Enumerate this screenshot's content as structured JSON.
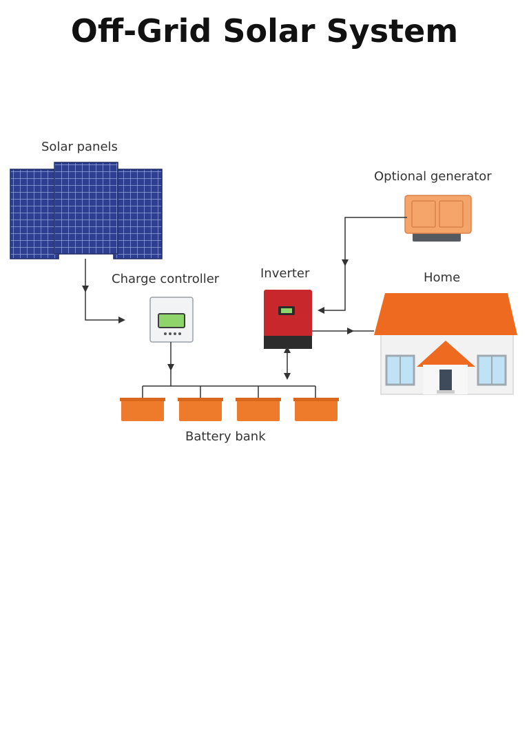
{
  "title": "Off-Grid Solar System",
  "labels": {
    "solar_panels": "Solar panels",
    "charge_controller": "Charge controller",
    "inverter": "Inverter",
    "optional_generator": "Optional generator",
    "home": "Home",
    "battery_bank": "Battery bank"
  },
  "battery_count": 4,
  "colors": {
    "panel_blue": "#2e3f8f",
    "panel_grid": "#a9b8e6",
    "battery_orange": "#ee7a2c",
    "inverter_red": "#c8282b",
    "roof_orange": "#ee6a21",
    "generator_orange": "#f6a56a",
    "line": "#333333"
  }
}
